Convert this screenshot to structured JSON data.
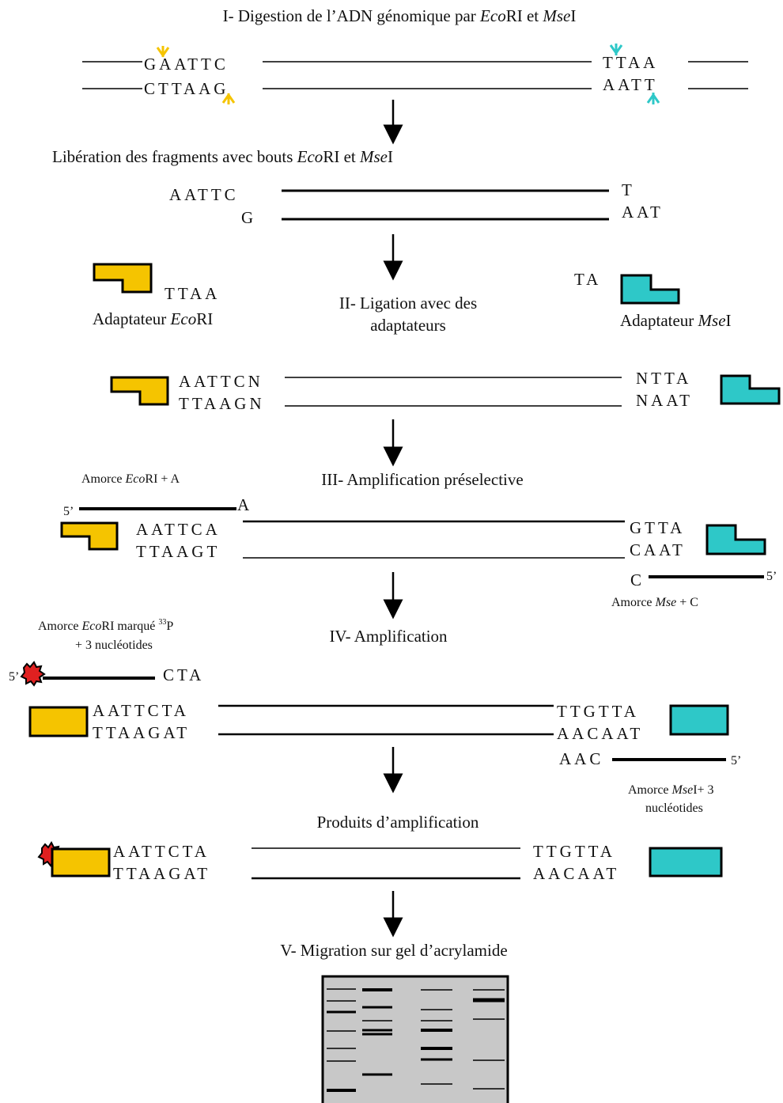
{
  "colors": {
    "ecori_adapter": "#f5c400",
    "msei_adapter": "#2ec8c8",
    "label_mark": "#e02020",
    "line": "#000000",
    "gel_bg": "#c8c8c8"
  },
  "step1": {
    "title_prefix": "I- Digestion de l’ADN génomique par ",
    "title_eco": "Eco",
    "title_ri": "RI et ",
    "title_mse": "Mse",
    "title_i": "I",
    "top_left_seq": "GAATTC",
    "bottom_left_seq": "CTTAAG",
    "top_right_seq": "TTAA",
    "bottom_right_seq": "AATT"
  },
  "release": {
    "title_prefix": "Libération des fragments avec bouts ",
    "title_eco": "Eco",
    "title_ri": "RI et ",
    "title_mse": "Mse",
    "title_i": "I",
    "top_left_seq": "AATTC",
    "bottom_left_seq": "G",
    "top_right_seq": "T",
    "bottom_right_seq": "AAT"
  },
  "step2": {
    "title_line1": "II- Ligation avec des",
    "title_line2": "adaptateurs",
    "eco_overhang": "TTAA",
    "eco_label_prefix": "Adaptateur ",
    "eco_label_eco": "Eco",
    "eco_label_ri": "RI",
    "mse_overhang": "TA",
    "mse_label_prefix": "Adaptateur ",
    "mse_label_mse": "Mse",
    "mse_label_i": "I",
    "lig_top_left": "AATTCN",
    "lig_bottom_left": "TTAAGN",
    "lig_top_right": "NTTA",
    "lig_bottom_right": "NAAT"
  },
  "step3": {
    "title": "III- Amplification préselective",
    "eco_primer_prefix": "Amorce ",
    "eco_primer_eco": "Eco",
    "eco_primer_suffix": "RI + A",
    "five_prime_left": "5’",
    "primer_base_left": "A",
    "top_left_seq": "AATTCA",
    "bottom_left_seq": "TTAAGT",
    "top_right_seq": "GTTA",
    "bottom_right_seq": "CAAT",
    "primer_base_right": "C",
    "five_prime_right": "5’",
    "mse_primer_prefix": "Amorce ",
    "mse_primer_mse": "Mse",
    "mse_primer_suffix": " + C"
  },
  "step4": {
    "title": "IV- Amplification",
    "eco_primer_line1_prefix": "Amorce ",
    "eco_primer_line1_eco": "Eco",
    "eco_primer_line1_suffix": "RI marqué ",
    "eco_primer_sup": "33",
    "eco_primer_p": "P",
    "eco_primer_line2": "+ 3 nucléotides",
    "five_prime_left": "5’",
    "primer_bases_left": "CTA",
    "top_left_seq": "AATTCTA",
    "bottom_left_seq": "TTAAGAT",
    "top_right_seq": "TTGTTA",
    "bottom_right_seq": "AACAAT",
    "primer_bases_right": "AAC",
    "five_prime_right": "5’",
    "mse_primer_line1_prefix": "Amorce ",
    "mse_primer_line1_mse": "Mse",
    "mse_primer_line1_suffix": "I+ 3",
    "mse_primer_line2": "nucléotides"
  },
  "products": {
    "title": "Produits d’amplification",
    "top_left_seq": "AATTCTA",
    "bottom_left_seq": "TTAAGAT",
    "top_right_seq": "TTGTTA",
    "bottom_right_seq": "AACAAT"
  },
  "step5": {
    "title": "V- Migration sur gel d’acrylamide"
  }
}
